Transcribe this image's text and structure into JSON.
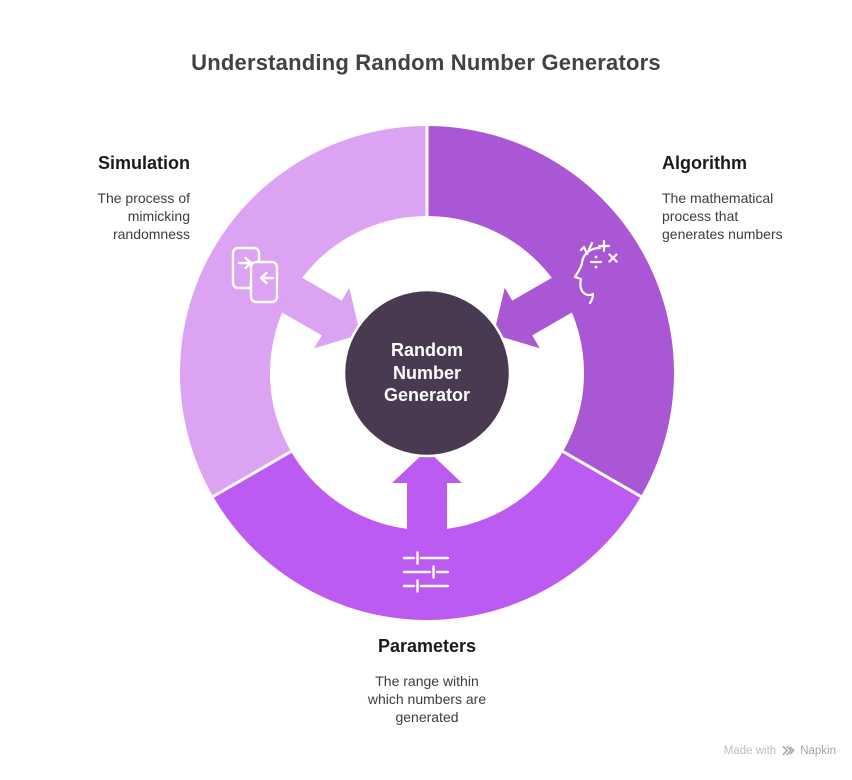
{
  "title": "Understanding Random Number Generators",
  "center": {
    "label": "Random Number Generator",
    "color": "#493a52"
  },
  "segments": [
    {
      "label": "Simulation",
      "description": "The process of mimicking randomness",
      "color": "#dba3f2",
      "icon": "swap-icon"
    },
    {
      "label": "Algorithm",
      "description": "The mathematical process that generates numbers",
      "color": "#a957d5",
      "icon": "math-head-icon"
    },
    {
      "label": "Parameters",
      "description": "The range within which numbers are generated",
      "color": "#bc5bf2",
      "icon": "sliders-icon"
    }
  ],
  "watermark": {
    "prefix": "Made with",
    "brand": "Napkin"
  }
}
